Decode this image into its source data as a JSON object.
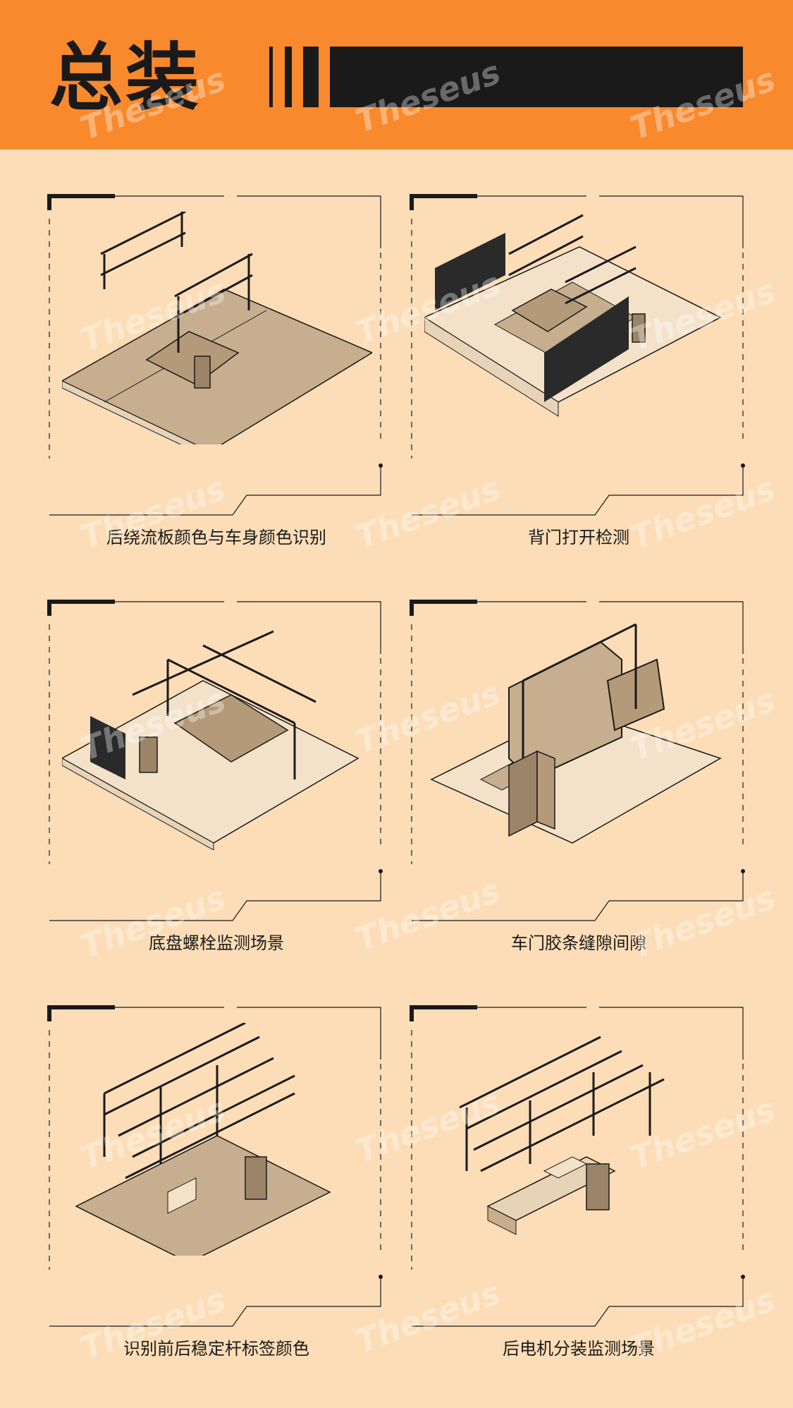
{
  "header": {
    "title": "总装",
    "bg_color": "#F8892D"
  },
  "watermark": "Theseus",
  "cards": [
    {
      "caption": "后绕流板颜色与车身颜色识别"
    },
    {
      "caption": "背门打开检测"
    },
    {
      "caption": "底盘螺栓监测场景"
    },
    {
      "caption": "车门胶条缝隙间隙"
    },
    {
      "caption": "识别前后稳定杆标签颜色"
    },
    {
      "caption": "后电机分装监测场景"
    }
  ],
  "colors": {
    "background": "#FCDDB7",
    "ink": "#1A1A1A",
    "floor": "#C6AE8E"
  }
}
